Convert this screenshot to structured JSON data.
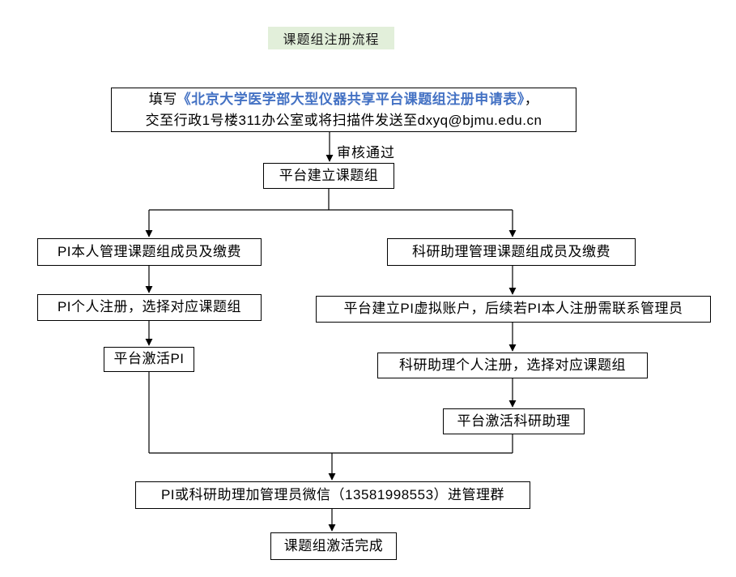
{
  "title": "课题组注册流程",
  "colors": {
    "title_bg": "#e2efda",
    "link_blue": "#4472c4",
    "line": "#000000"
  },
  "edge_labels": {
    "review": "审核通过"
  },
  "nodes": {
    "apply": {
      "prefix": "填写",
      "link": "《北京大学医学部大型仪器共享平台课题组注册申请表》",
      "suffix": "，",
      "line2": "交至行政1号楼311办公室或将扫描件发送至dxyq@bjmu.edu.cn"
    },
    "create_group": {
      "label": "平台建立课题组"
    },
    "pi_manage": {
      "label": "PI本人管理课题组成员及缴费"
    },
    "pi_register": {
      "label": "PI个人注册，选择对应课题组"
    },
    "pi_activate": {
      "label": "平台激活PI"
    },
    "ra_manage": {
      "label": "科研助理管理课题组成员及缴费"
    },
    "ra_virtual": {
      "label": "平台建立PI虚拟账户，后续若PI本人注册需联系管理员"
    },
    "ra_register": {
      "label": "科研助理个人注册，选择对应课题组"
    },
    "ra_activate": {
      "label": "平台激活科研助理"
    },
    "wechat_group": {
      "label": "PI或科研助理加管理员微信（13581998553）进管理群"
    },
    "done": {
      "label": "课题组激活完成"
    }
  }
}
